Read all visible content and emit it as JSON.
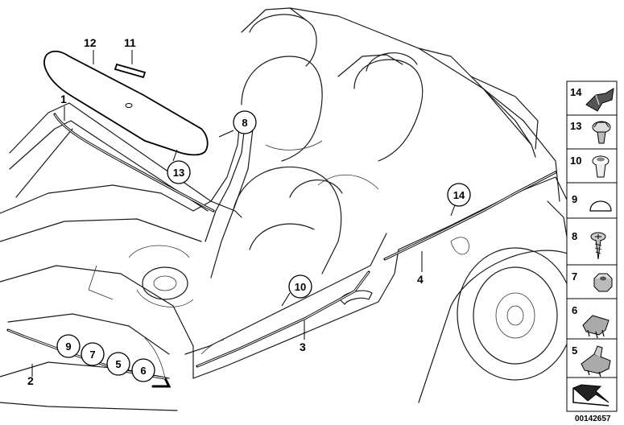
{
  "callouts": {
    "c1": "1",
    "c2": "2",
    "c3": "3",
    "c4": "4",
    "c11": "11",
    "c12": "12"
  },
  "circled": {
    "c5": "5",
    "c6": "6",
    "c7": "7",
    "c8": "8",
    "c9": "9",
    "c10": "10",
    "c13": "13",
    "c14": "14"
  },
  "legend": [
    {
      "number": "14",
      "icon": "clip-bracket-icon"
    },
    {
      "number": "13",
      "icon": "expansion-rivet-icon"
    },
    {
      "number": "10",
      "icon": "push-rivet-icon"
    },
    {
      "number": "9",
      "icon": "dome-cap-icon"
    },
    {
      "number": "8",
      "icon": "screw-icon"
    },
    {
      "number": "7",
      "icon": "hex-nut-icon"
    },
    {
      "number": "6",
      "icon": "clip-icon"
    },
    {
      "number": "5",
      "icon": "clip-icon"
    },
    {
      "number": "",
      "icon": "arrow-icon"
    }
  ],
  "reference_number": "00142657"
}
